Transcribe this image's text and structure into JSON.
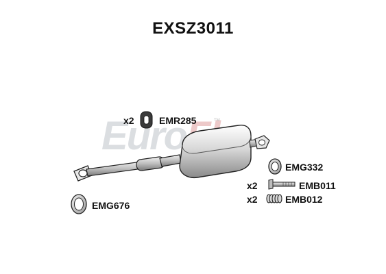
{
  "title": "EXSZ3011",
  "watermark": {
    "part1": "Euro",
    "part2": "Flo",
    "mark": "TM"
  },
  "parts": {
    "emr285": {
      "qty": "x2",
      "code": "EMR285"
    },
    "emg332": {
      "code": "EMG332"
    },
    "emb011": {
      "qty": "x2",
      "code": "EMB011"
    },
    "emb012": {
      "qty": "x2",
      "code": "EMB012"
    },
    "emg676": {
      "code": "EMG676"
    }
  }
}
